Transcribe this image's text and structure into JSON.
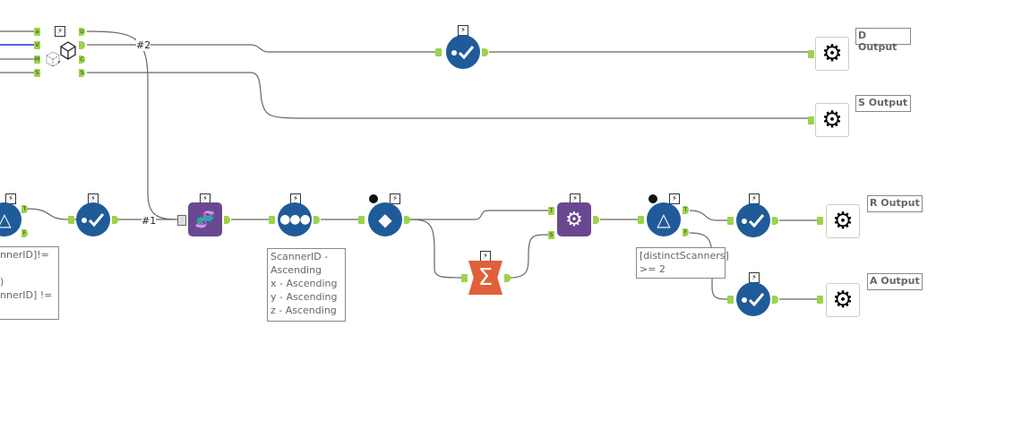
{
  "macro": {
    "inputs": [
      "a",
      "V",
      "M",
      "S"
    ],
    "outputs": [
      "U",
      "",
      "C",
      "S"
    ]
  },
  "connections": {
    "c1": "#1",
    "c2": "#2"
  },
  "outputs": {
    "d": "D Output",
    "s": "S Output",
    "r": "R Output",
    "a": "A Output"
  },
  "annotations": {
    "filter1": "nnerID]!=\n\n)\nnnerID] !=\n",
    "sort": "ScannerID -\nAscending\nx - Ascending\ny - Ascending\nz - Ascending",
    "filter2": "[distinctScanners]\n>= 2"
  },
  "anchors": {
    "true": "T",
    "false": "F",
    "target": "T",
    "source": "S"
  },
  "colors": {
    "tool_blue": "#1f5b99",
    "tool_purple": "#6a4891",
    "summarize": "#e0603a",
    "anchor": "#9bd34a"
  }
}
